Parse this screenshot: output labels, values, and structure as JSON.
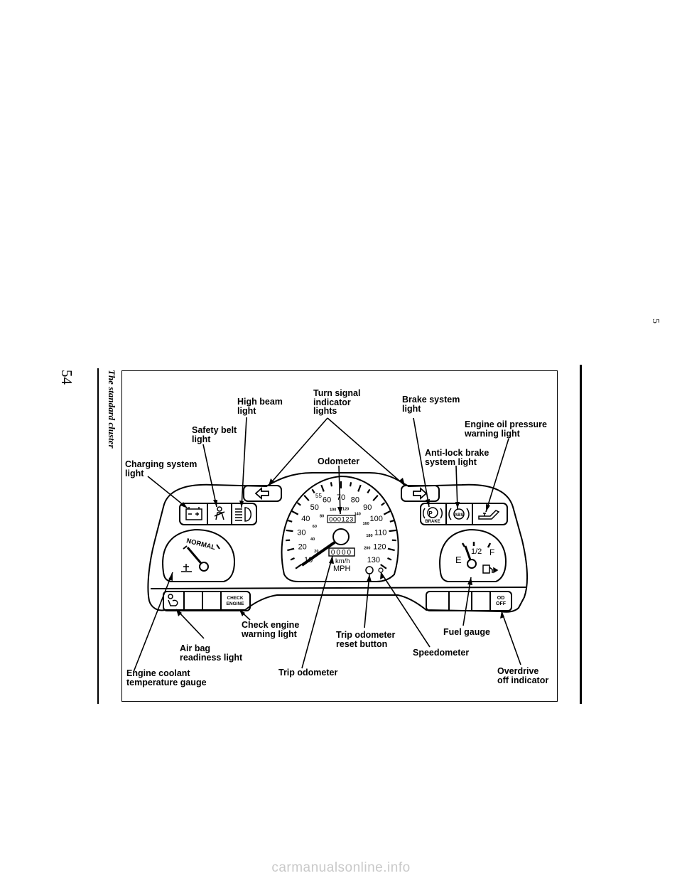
{
  "page": {
    "number": "54",
    "section_title": "The standard cluster",
    "edge_mark": "5"
  },
  "callouts": {
    "high_beam": "High beam\nlight",
    "turn_signal": "Turn signal\nindicator\nlights",
    "brake_system": "Brake system\nlight",
    "oil_pressure": "Engine oil pressure\nwarning light",
    "safety_belt": "Safety belt\nlight",
    "anti_lock": "Anti-lock brake\nsystem light",
    "charging": "Charging system\nlight",
    "odometer": "Odometer",
    "check_engine": "Check engine\nwarning light",
    "trip_reset": "Trip odometer\nreset button",
    "fuel_gauge": "Fuel gauge",
    "air_bag": "Air bag\nreadiness light",
    "speedometer": "Speedometer",
    "coolant_gauge": "Engine coolant\ntemperature gauge",
    "trip_odometer": "Trip odometer",
    "overdrive": "Overdrive\noff indicator"
  },
  "cluster": {
    "speedometer": {
      "mph_labels": [
        "10",
        "20",
        "30",
        "40",
        "50",
        "60",
        "70",
        "80",
        "90",
        "100",
        "110",
        "120",
        "130"
      ],
      "mph_unit": "MPH",
      "kmh_unit": "km/h",
      "kmh_labels": [
        "20",
        "40",
        "60",
        "80",
        "100",
        "120",
        "140",
        "160",
        "180",
        "200"
      ],
      "speed_limit_mark": "55",
      "odometer_reading": "000123",
      "trip_reading": "0000"
    },
    "temp_gauge_label": "NORMAL",
    "fuel_gauge": {
      "empty": "E",
      "half": "1/2",
      "full": "F"
    },
    "check_engine_label": [
      "CHECK",
      "ENGINE"
    ],
    "overdrive_label": [
      "OD",
      "OFF"
    ],
    "brake_label": "BRAKE",
    "abs_label": "ABS",
    "park_label": "P"
  },
  "watermark": "carmanualsonline.info"
}
